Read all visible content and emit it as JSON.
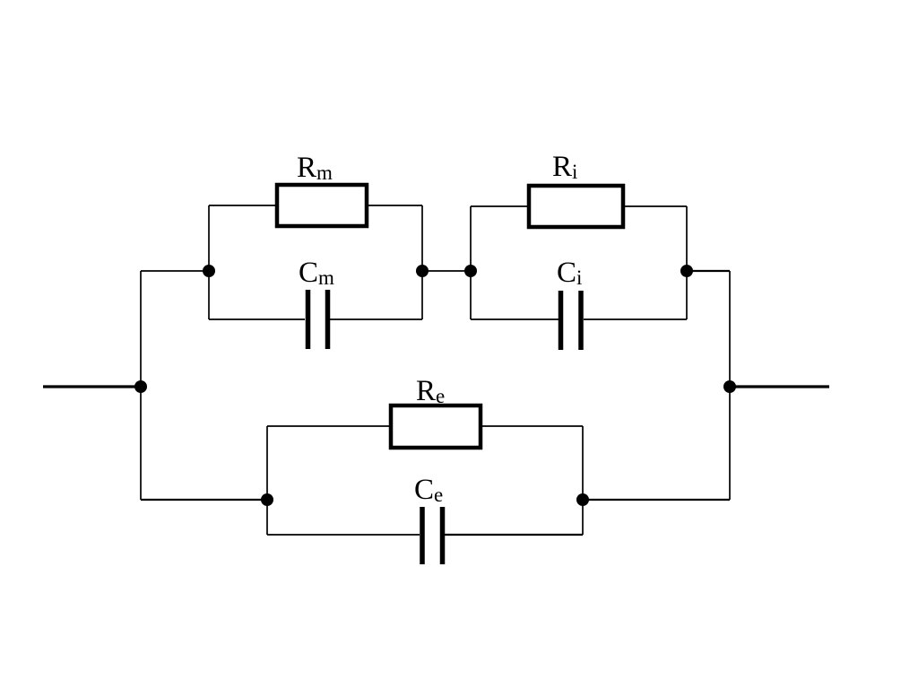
{
  "colors": {
    "line": "#000000",
    "background": "#ffffff"
  },
  "components": {
    "rm": {
      "kind": "resistor",
      "label": "R",
      "subscript": "m"
    },
    "cm": {
      "kind": "capacitor",
      "label": "C",
      "subscript": "m"
    },
    "ri": {
      "kind": "resistor",
      "label": "R",
      "subscript": "i"
    },
    "ci": {
      "kind": "capacitor",
      "label": "C",
      "subscript": "i"
    },
    "re": {
      "kind": "resistor",
      "label": "R",
      "subscript": "e"
    },
    "ce": {
      "kind": "capacitor",
      "label": "C",
      "subscript": "e"
    }
  }
}
